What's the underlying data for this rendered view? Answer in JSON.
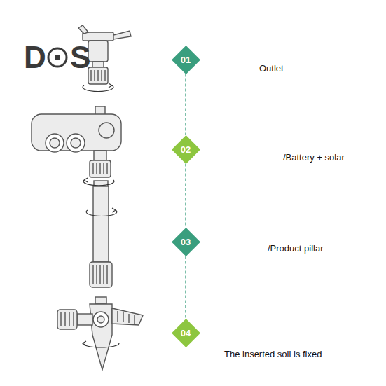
{
  "diagram": {
    "nodes": [
      {
        "text": [
          "01"
        ]
      },
      {
        "text": [
          "02"
        ]
      },
      {
        "text": [
          "03"
        ]
      },
      {
        "text": [
          "04"
        ]
      }
    ],
    "edges": [
      {
        "from": 0,
        "to": 1,
        "arrow": "none"
      },
      {
        "from": 1,
        "to": 2,
        "arrow": "none"
      },
      {
        "from": 2,
        "to": 3,
        "arrow": "none"
      }
    ],
    "labels": [
      "D",
      "S",
      "Outlet",
      "/Battery + solar",
      "/Product pillar",
      "The inserted soil is fixed"
    ]
  }
}
